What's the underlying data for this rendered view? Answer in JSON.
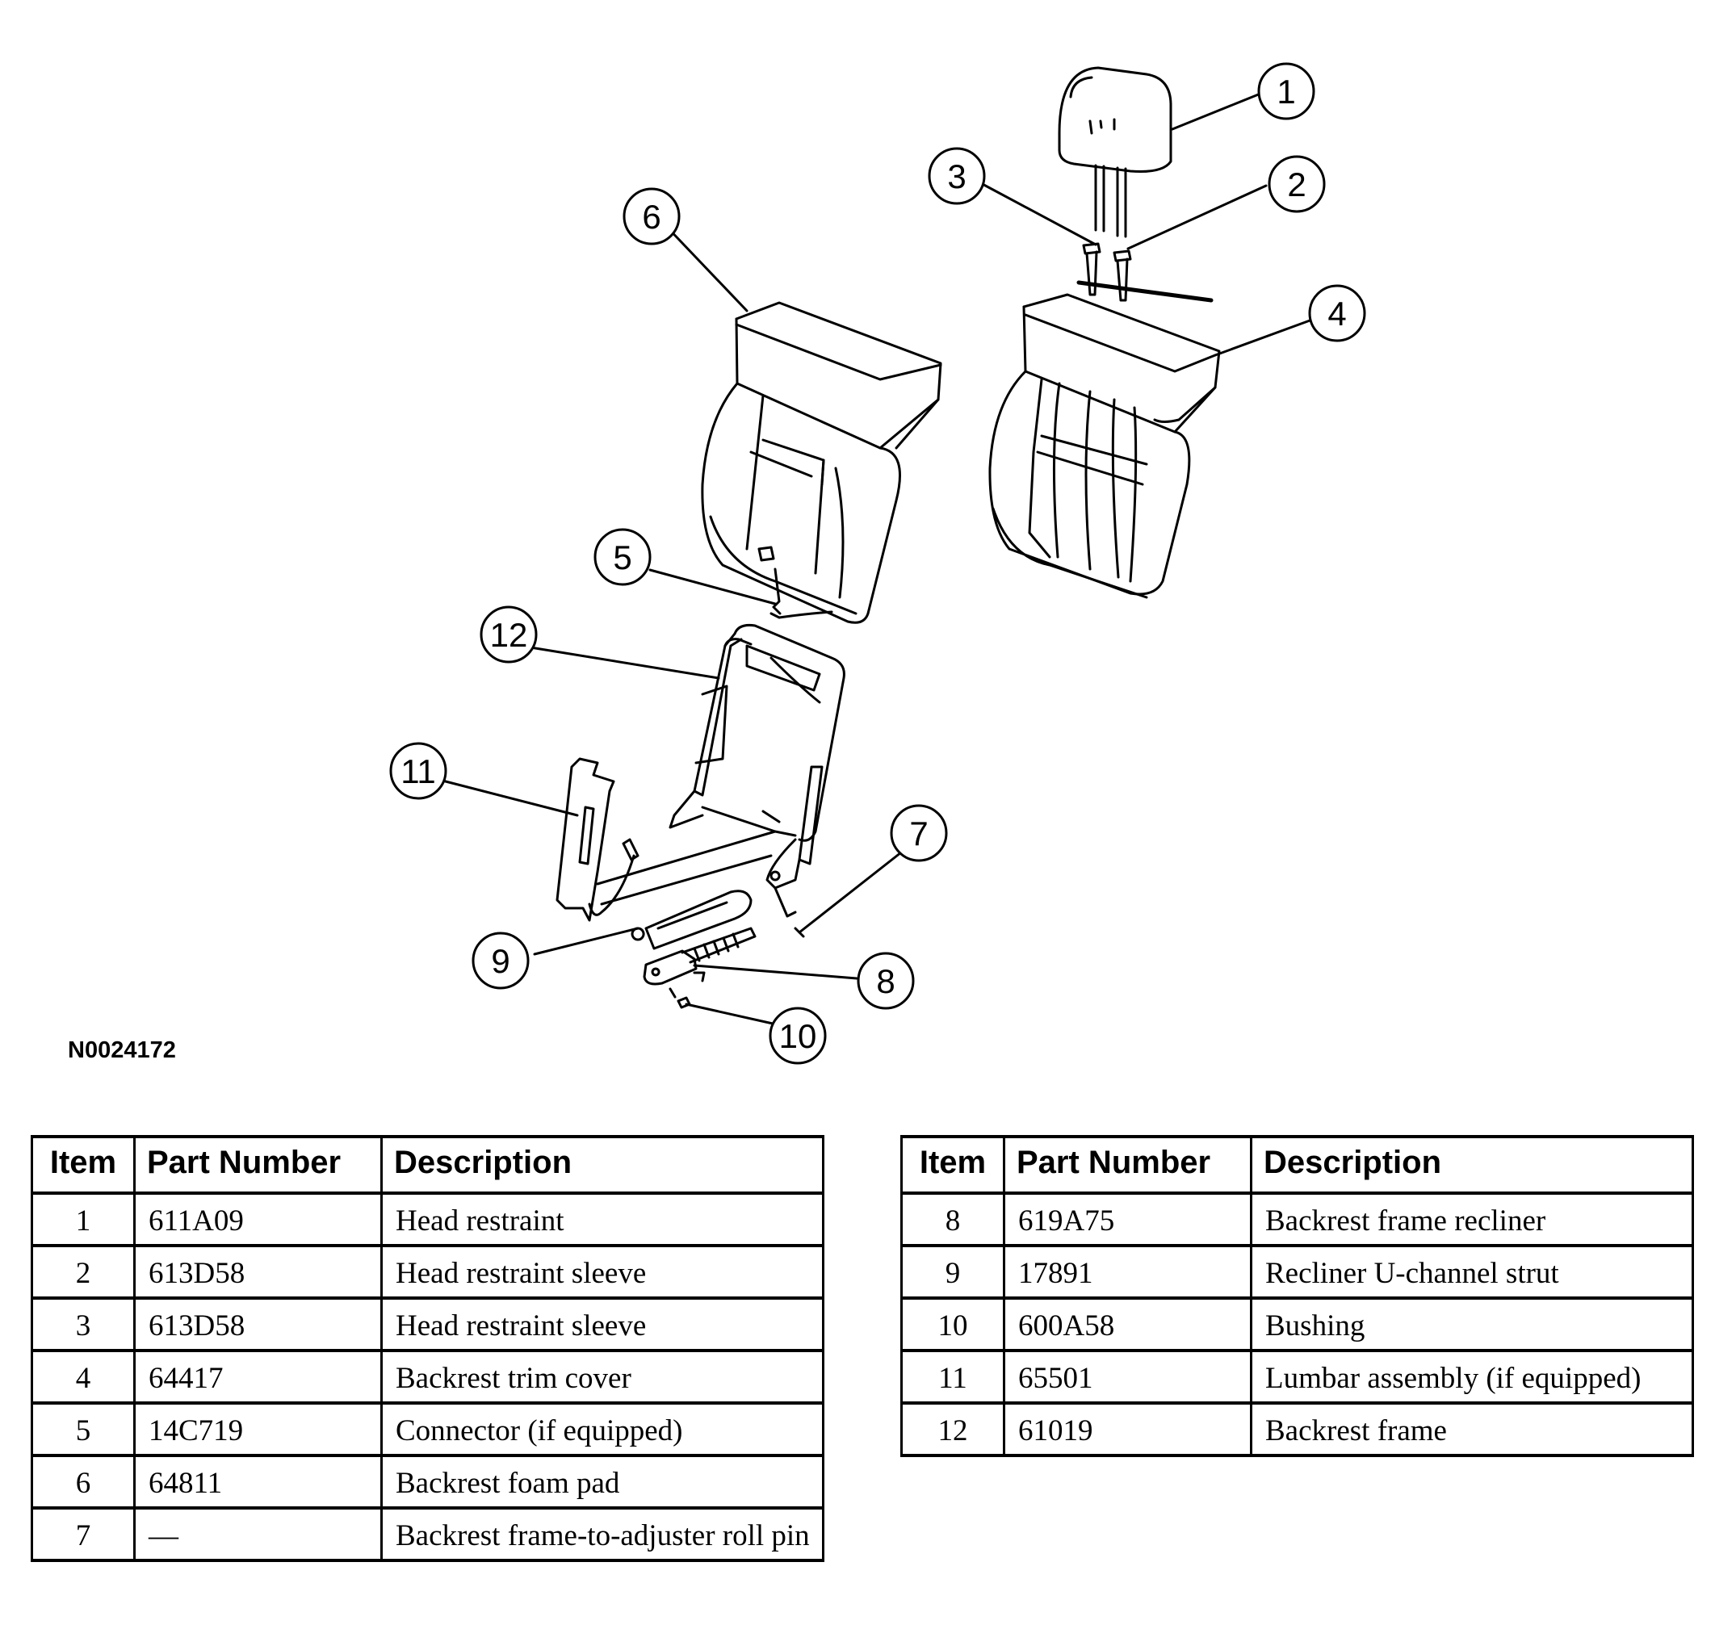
{
  "figure_code": "N0024172",
  "callouts": [
    "1",
    "2",
    "3",
    "4",
    "5",
    "6",
    "7",
    "8",
    "9",
    "10",
    "11",
    "12"
  ],
  "table_headers": {
    "item": "Item",
    "part_number": "Part Number",
    "description": "Description"
  },
  "left_table": [
    {
      "item": "1",
      "part_number": "611A09",
      "description": "Head restraint"
    },
    {
      "item": "2",
      "part_number": "613D58",
      "description": "Head restraint sleeve"
    },
    {
      "item": "3",
      "part_number": "613D58",
      "description": "Head restraint sleeve"
    },
    {
      "item": "4",
      "part_number": "64417",
      "description": "Backrest trim cover"
    },
    {
      "item": "5",
      "part_number": "14C719",
      "description": "Connector (if equipped)"
    },
    {
      "item": "6",
      "part_number": "64811",
      "description": "Backrest foam pad"
    },
    {
      "item": "7",
      "part_number": "—",
      "description": "Backrest frame-to-adjuster roll pin"
    }
  ],
  "right_table": [
    {
      "item": "8",
      "part_number": "619A75",
      "description": "Backrest frame recliner"
    },
    {
      "item": "9",
      "part_number": "17891",
      "description": "Recliner U-channel strut"
    },
    {
      "item": "10",
      "part_number": "600A58",
      "description": "Bushing"
    },
    {
      "item": "11",
      "part_number": "65501",
      "description": "Lumbar assembly (if equipped)"
    },
    {
      "item": "12",
      "part_number": "61019",
      "description": "Backrest frame"
    }
  ]
}
